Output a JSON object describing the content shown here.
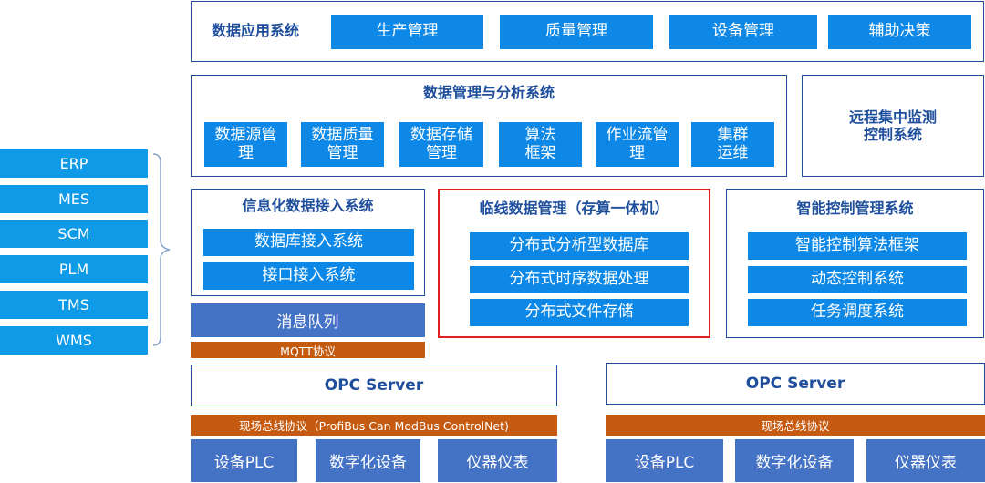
{
  "side_systems": [
    "ERP",
    "MES",
    "SCM",
    "PLM",
    "TMS",
    "WMS"
  ],
  "data_app": {
    "title": "数据应用系统",
    "items": [
      "生产管理",
      "质量管理",
      "设备管理",
      "辅助决策"
    ]
  },
  "data_mgmt": {
    "title": "数据管理与分析系统",
    "items": [
      "数据源管\n理",
      "数据质量\n管理",
      "数据存储\n管理",
      "算法\n框架",
      "作业流管\n理",
      "集群\n运维"
    ]
  },
  "remote": {
    "title": "远程集中监测\n控制系统"
  },
  "info_access": {
    "title": "信息化数据接入系统",
    "items": [
      "数据库接入系统",
      "接口接入系统"
    ]
  },
  "edge": {
    "title": "临线数据管理（存算一体机）",
    "items": [
      "分布式分析型数据库",
      "分布式时序数据处理",
      "分布式文件存储"
    ]
  },
  "smart_ctrl": {
    "title": "智能控制管理系统",
    "items": [
      "智能控制算法框架",
      "动态控制系统",
      "任务调度系统"
    ]
  },
  "msg_queue": "消息队列",
  "mqtt": "MQTT协议",
  "opc_left": {
    "server": "OPC Server",
    "protocol": "现场总线协议（ProfiBus Can ModBus ControlNet)",
    "devices": [
      "设备PLC",
      "数字化设备",
      "仪器仪表"
    ]
  },
  "opc_right": {
    "server": "OPC Server",
    "protocol": "现场总线协议",
    "devices": [
      "设备PLC",
      "数字化设备",
      "仪器仪表"
    ]
  }
}
